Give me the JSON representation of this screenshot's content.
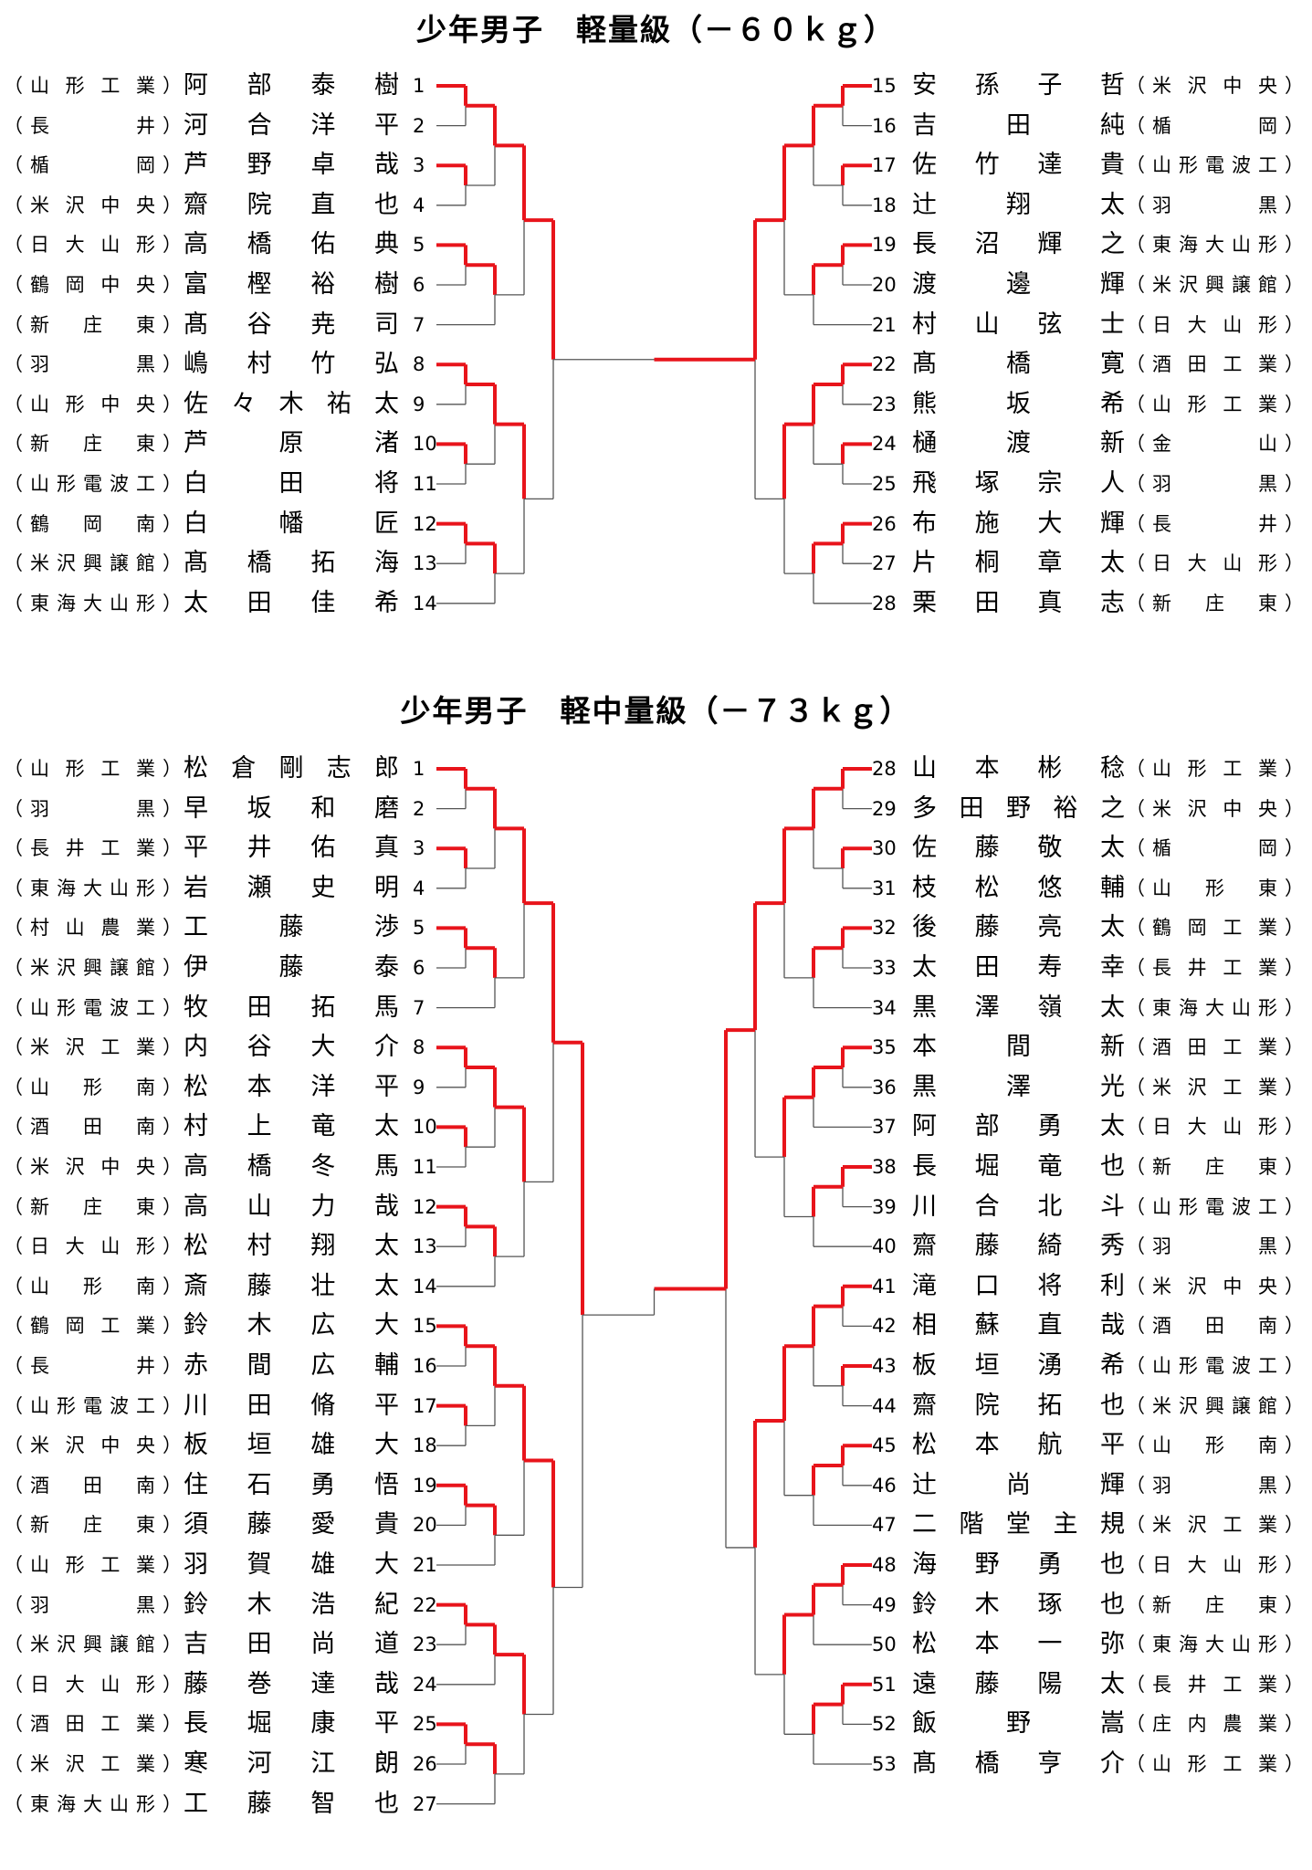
{
  "sections": [
    {
      "title": "少年男子　軽量級（－６０ｋｇ）",
      "left": [
        {
          "num": "1",
          "name": "阿部泰樹",
          "school": "山形工業"
        },
        {
          "num": "2",
          "name": "河合洋平",
          "school": "長井"
        },
        {
          "num": "3",
          "name": "芦野卓哉",
          "school": "楯岡"
        },
        {
          "num": "4",
          "name": "齋院直也",
          "school": "米沢中央"
        },
        {
          "num": "5",
          "name": "高橋佑典",
          "school": "日大山形"
        },
        {
          "num": "6",
          "name": "富樫裕樹",
          "school": "鶴岡中央"
        },
        {
          "num": "7",
          "name": "髙谷尭司",
          "school": "新庄東"
        },
        {
          "num": "8",
          "name": "嶋村竹弘",
          "school": "羽黒"
        },
        {
          "num": "9",
          "name": "佐々木祐太",
          "school": "山形中央"
        },
        {
          "num": "10",
          "name": "芦原渚",
          "school": "新庄東"
        },
        {
          "num": "11",
          "name": "白田将",
          "school": "山形電波工"
        },
        {
          "num": "12",
          "name": "白幡匠",
          "school": "鶴岡南"
        },
        {
          "num": "13",
          "name": "髙橋拓海",
          "school": "米沢興譲館"
        },
        {
          "num": "14",
          "name": "太田佳希",
          "school": "東海大山形"
        }
      ],
      "right": [
        {
          "num": "15",
          "name": "安孫子哲",
          "school": "米沢中央"
        },
        {
          "num": "16",
          "name": "吉田純",
          "school": "楯岡"
        },
        {
          "num": "17",
          "name": "佐竹達貴",
          "school": "山形電波工"
        },
        {
          "num": "18",
          "name": "辻翔太",
          "school": "羽黒"
        },
        {
          "num": "19",
          "name": "長沼輝之",
          "school": "東海大山形"
        },
        {
          "num": "20",
          "name": "渡邊輝",
          "school": "米沢興譲館"
        },
        {
          "num": "21",
          "name": "村山弦士",
          "school": "日大山形"
        },
        {
          "num": "22",
          "name": "髙橋寛",
          "school": "酒田工業"
        },
        {
          "num": "23",
          "name": "熊坂希",
          "school": "山形工業"
        },
        {
          "num": "24",
          "name": "樋渡新",
          "school": "金山"
        },
        {
          "num": "25",
          "name": "飛塚宗人",
          "school": "羽黒"
        },
        {
          "num": "26",
          "name": "布施大輝",
          "school": "長井"
        },
        {
          "num": "27",
          "name": "片桐章太",
          "school": "日大山形"
        },
        {
          "num": "28",
          "name": "栗田真志",
          "school": "新庄東"
        }
      ]
    },
    {
      "title": "少年男子　軽中量級（－７３ｋｇ）",
      "left": [
        {
          "num": "1",
          "name": "松倉剛志郎",
          "school": "山形工業"
        },
        {
          "num": "2",
          "name": "早坂和磨",
          "school": "羽黒"
        },
        {
          "num": "3",
          "name": "平井佑真",
          "school": "長井工業"
        },
        {
          "num": "4",
          "name": "岩瀬史明",
          "school": "東海大山形"
        },
        {
          "num": "5",
          "name": "工藤渉",
          "school": "村山農業"
        },
        {
          "num": "6",
          "name": "伊藤泰",
          "school": "米沢興譲館"
        },
        {
          "num": "7",
          "name": "牧田拓馬",
          "school": "山形電波工"
        },
        {
          "num": "8",
          "name": "内谷大介",
          "school": "米沢工業"
        },
        {
          "num": "9",
          "name": "松本洋平",
          "school": "山形南"
        },
        {
          "num": "10",
          "name": "村上竜太",
          "school": "酒田南"
        },
        {
          "num": "11",
          "name": "高橋冬馬",
          "school": "米沢中央"
        },
        {
          "num": "12",
          "name": "高山力哉",
          "school": "新庄東"
        },
        {
          "num": "13",
          "name": "松村翔太",
          "school": "日大山形"
        },
        {
          "num": "14",
          "name": "斎藤壮太",
          "school": "山形南"
        },
        {
          "num": "15",
          "name": "鈴木広大",
          "school": "鶴岡工業"
        },
        {
          "num": "16",
          "name": "赤間広輔",
          "school": "長井"
        },
        {
          "num": "17",
          "name": "川田脩平",
          "school": "山形電波工"
        },
        {
          "num": "18",
          "name": "板垣雄大",
          "school": "米沢中央"
        },
        {
          "num": "19",
          "name": "住石勇悟",
          "school": "酒田南"
        },
        {
          "num": "20",
          "name": "須藤愛貴",
          "school": "新庄東"
        },
        {
          "num": "21",
          "name": "羽賀雄大",
          "school": "山形工業"
        },
        {
          "num": "22",
          "name": "鈴木浩紀",
          "school": "羽黒"
        },
        {
          "num": "23",
          "name": "吉田尚道",
          "school": "米沢興譲館"
        },
        {
          "num": "24",
          "name": "藤巻達哉",
          "school": "日大山形"
        },
        {
          "num": "25",
          "name": "長堀康平",
          "school": "酒田工業"
        },
        {
          "num": "26",
          "name": "寒河江朗",
          "school": "米沢工業"
        },
        {
          "num": "27",
          "name": "工藤智也",
          "school": "東海大山形"
        }
      ],
      "right": [
        {
          "num": "28",
          "name": "山本彬稔",
          "school": "山形工業"
        },
        {
          "num": "29",
          "name": "多田野裕之",
          "school": "米沢中央"
        },
        {
          "num": "30",
          "name": "佐藤敬太",
          "school": "楯岡"
        },
        {
          "num": "31",
          "name": "枝松悠輔",
          "school": "山形東"
        },
        {
          "num": "32",
          "name": "後藤亮太",
          "school": "鶴岡工業"
        },
        {
          "num": "33",
          "name": "太田寿幸",
          "school": "長井工業"
        },
        {
          "num": "34",
          "name": "黒澤嶺太",
          "school": "東海大山形"
        },
        {
          "num": "35",
          "name": "本間新",
          "school": "酒田工業"
        },
        {
          "num": "36",
          "name": "黒澤光",
          "school": "米沢工業"
        },
        {
          "num": "37",
          "name": "阿部勇太",
          "school": "日大山形"
        },
        {
          "num": "38",
          "name": "長堀竜也",
          "school": "新庄東"
        },
        {
          "num": "39",
          "name": "川合北斗",
          "school": "山形電波工"
        },
        {
          "num": "40",
          "name": "齋藤綺秀",
          "school": "羽黒"
        },
        {
          "num": "41",
          "name": "滝口将利",
          "school": "米沢中央"
        },
        {
          "num": "42",
          "name": "相蘇直哉",
          "school": "酒田南"
        },
        {
          "num": "43",
          "name": "板垣湧希",
          "school": "山形電波工"
        },
        {
          "num": "44",
          "name": "齋院拓也",
          "school": "米沢興譲館"
        },
        {
          "num": "45",
          "name": "松本航平",
          "school": "山形南"
        },
        {
          "num": "46",
          "name": "辻尚輝",
          "school": "羽黒"
        },
        {
          "num": "47",
          "name": "二階堂主規",
          "school": "米沢工業"
        },
        {
          "num": "48",
          "name": "海野勇也",
          "school": "日大山形"
        },
        {
          "num": "49",
          "name": "鈴木琢也",
          "school": "新庄東"
        },
        {
          "num": "50",
          "name": "松本一弥",
          "school": "東海大山形"
        },
        {
          "num": "51",
          "name": "遠藤陽太",
          "school": "長井工業"
        },
        {
          "num": "52",
          "name": "飯野嵩",
          "school": "庄内農業"
        },
        {
          "num": "53",
          "name": "髙橋亨介",
          "school": "山形工業"
        }
      ]
    }
  ],
  "colors": {
    "winner_line": "#e8141b",
    "loser_line": "#555555",
    "text": "#000000"
  }
}
